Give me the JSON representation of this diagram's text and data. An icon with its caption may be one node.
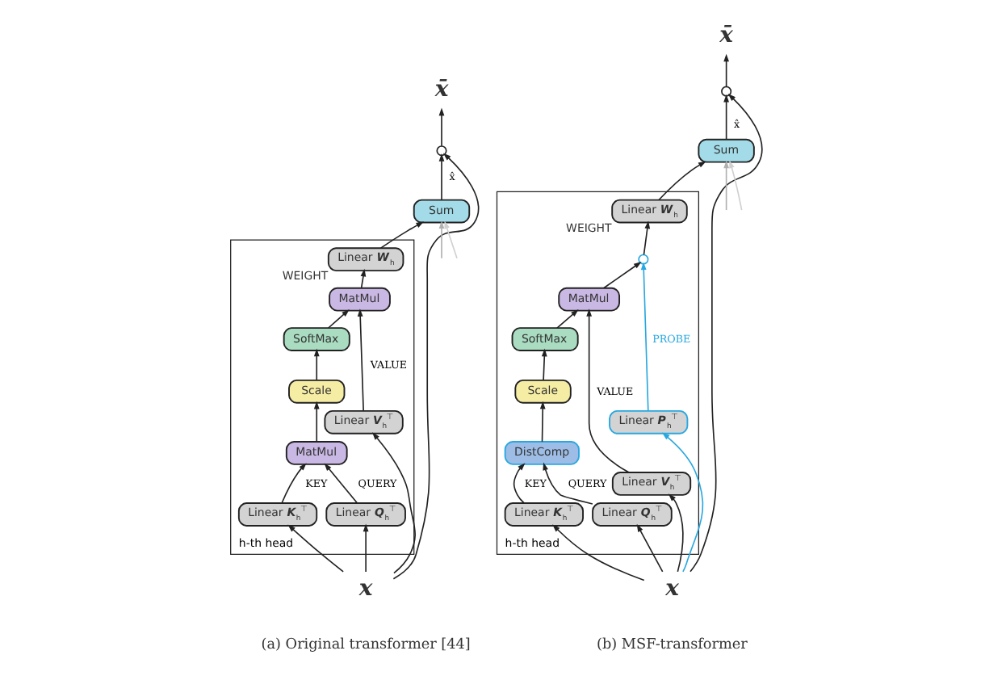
{
  "diagram": {
    "nodes": [
      {
        "text": [
          "h-th head"
        ]
      },
      {
        "text": [
          "x̄"
        ]
      },
      {
        "text": [],
        "shape": "circle"
      },
      {
        "text": [
          "Sum"
        ]
      },
      {
        "text": [
          "Linear **W**$_{h}$"
        ],
        "beside": [
          "WEIGHT"
        ],
        "in": 0
      },
      {
        "text": [
          "MatMul"
        ],
        "in": 0
      },
      {
        "text": [
          "SoftMax"
        ],
        "in": 0
      },
      {
        "text": [
          "Scale"
        ],
        "in": 0
      },
      {
        "text": [
          "MatMul"
        ],
        "in": 0
      },
      {
        "text": [
          "Linear **K**$_{h}$$^{⊤}$"
        ],
        "in": 0
      },
      {
        "text": [
          "Linear **Q**$_{h}$$^{⊤}$"
        ],
        "in": 0
      },
      {
        "text": [
          "Linear **V**$_{h}$$^{⊤}$"
        ],
        "in": 0
      },
      {
        "text": [
          "x"
        ]
      },
      {
        "text": [
          "h-th head"
        ]
      },
      {
        "text": [
          "x̄"
        ]
      },
      {
        "text": [],
        "shape": "circle"
      },
      {
        "text": [
          "Sum"
        ]
      },
      {
        "text": [
          "Linear **W**$_{h}$"
        ],
        "beside": [
          "WEIGHT"
        ],
        "in": 13
      },
      {
        "text": [],
        "shape": "circle",
        "in": 13
      },
      {
        "text": [
          "MatMul"
        ],
        "in": 13
      },
      {
        "text": [
          "SoftMax"
        ],
        "in": 13
      },
      {
        "text": [
          "Scale"
        ],
        "in": 13
      },
      {
        "text": [
          "DistComp"
        ],
        "in": 13
      },
      {
        "text": [
          "Linear **K**$_{h}$$^{⊤}$"
        ],
        "in": 13
      },
      {
        "text": [
          "Linear **Q**$_{h}$$^{⊤}$"
        ],
        "in": 13
      },
      {
        "text": [
          "Linear **V**$_{h}$$^{⊤}$"
        ],
        "in": 13
      },
      {
        "text": [
          "Linear **P**$_{h}$$^{⊤}$"
        ],
        "in": 13
      },
      {
        "text": [
          "x"
        ]
      }
    ],
    "edges": [
      {
        "from": 12,
        "to": 9,
        "arrow": "to"
      },
      {
        "from": 12,
        "to": 10,
        "arrow": "to"
      },
      {
        "from": 12,
        "to": 11,
        "arrow": "to"
      },
      {
        "from": 12,
        "to": 2,
        "arrow": "to"
      },
      {
        "from": 9,
        "to": 8,
        "arrow": "to",
        "label": "KEY"
      },
      {
        "from": 10,
        "to": 8,
        "arrow": "to",
        "label": "QUERY"
      },
      {
        "from": 11,
        "to": 5,
        "arrow": "to",
        "label": "VALUE"
      },
      {
        "from": 8,
        "to": 7,
        "arrow": "to"
      },
      {
        "from": 7,
        "to": 6,
        "arrow": "to"
      },
      {
        "from": 6,
        "to": 5,
        "arrow": "to"
      },
      {
        "from": 5,
        "to": 4,
        "arrow": "to"
      },
      {
        "from": 4,
        "to": 3,
        "arrow": "to"
      },
      {
        "from": null,
        "to": 3,
        "arrow": "to",
        "color": "#b0b0b0"
      },
      {
        "from": null,
        "to": 3,
        "arrow": "to",
        "color": "#d0d0d0"
      },
      {
        "from": 3,
        "to": 2,
        "arrow": "to",
        "label": "x̂"
      },
      {
        "from": 2,
        "to": 1,
        "arrow": "to"
      },
      {
        "from": 27,
        "to": 23,
        "arrow": "to"
      },
      {
        "from": 27,
        "to": 24,
        "arrow": "to"
      },
      {
        "from": 27,
        "to": 25,
        "arrow": "to"
      },
      {
        "from": 27,
        "to": 26,
        "arrow": "to",
        "color": "#29a8e0"
      },
      {
        "from": 27,
        "to": 15,
        "arrow": "to"
      },
      {
        "from": 23,
        "to": 22,
        "arrow": "to",
        "label": "KEY"
      },
      {
        "from": 24,
        "to": 22,
        "arrow": "to",
        "label": "QUERY"
      },
      {
        "from": 25,
        "to": 19,
        "arrow": "to",
        "label": "VALUE"
      },
      {
        "from": 22,
        "to": 21,
        "arrow": "to"
      },
      {
        "from": 21,
        "to": 20,
        "arrow": "to"
      },
      {
        "from": 20,
        "to": 19,
        "arrow": "to"
      },
      {
        "from": 19,
        "to": 18,
        "arrow": "to"
      },
      {
        "from": 26,
        "to": 18,
        "arrow": "to",
        "label": "PROBE",
        "color": "#29a8e0"
      },
      {
        "from": 18,
        "to": 17,
        "arrow": "to"
      },
      {
        "from": 17,
        "to": 16,
        "arrow": "to"
      },
      {
        "from": null,
        "to": 16,
        "arrow": "to",
        "color": "#b0b0b0"
      },
      {
        "from": null,
        "to": 16,
        "arrow": "to",
        "color": "#d0d0d0"
      },
      {
        "from": 16,
        "to": 15,
        "arrow": "to",
        "label": "x̂"
      },
      {
        "from": 15,
        "to": 14,
        "arrow": "to"
      }
    ],
    "labels": [
      "(a) Original transformer [44]",
      "(b) MSF-transformer"
    ]
  }
}
